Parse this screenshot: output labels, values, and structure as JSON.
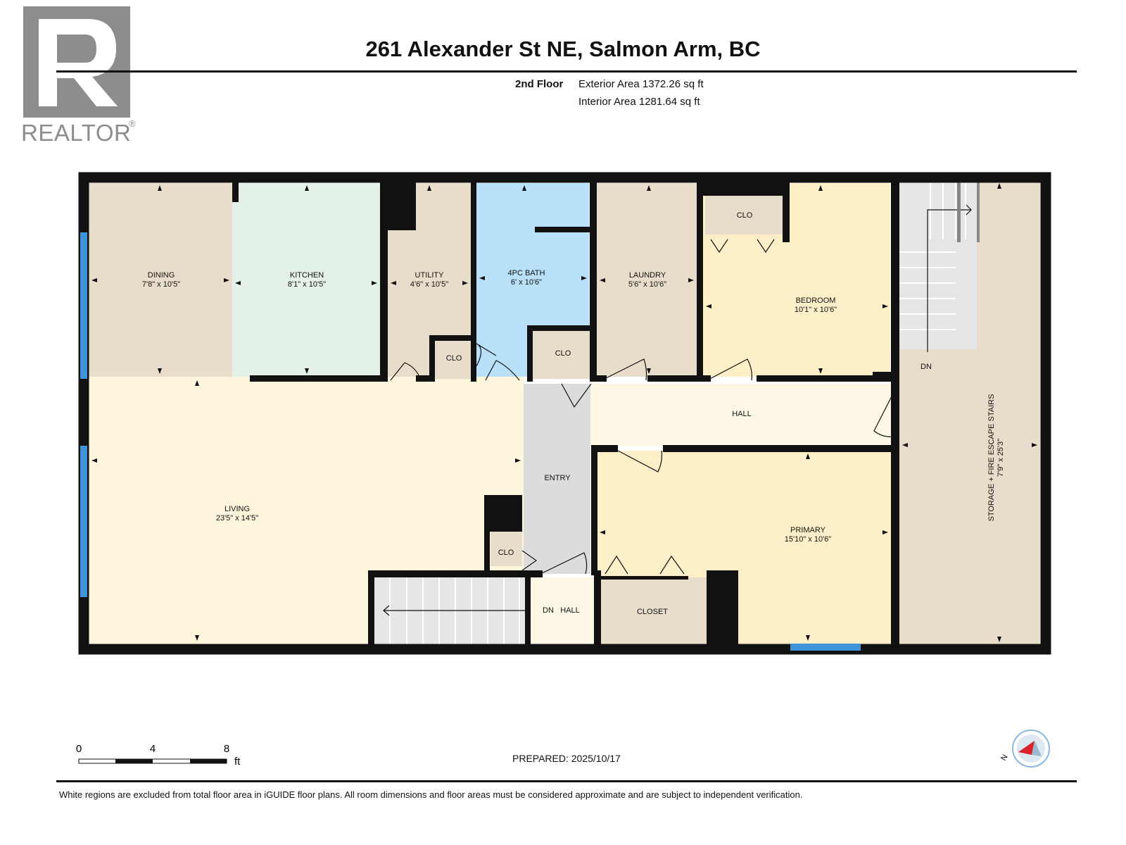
{
  "brand": {
    "name": "REALTOR",
    "reg": "®",
    "logo_letter": "R"
  },
  "header": {
    "title": "261 Alexander St NE, Salmon Arm, BC",
    "floor_label": "2nd Floor",
    "exterior_area": "Exterior Area 1372.26 sq ft",
    "interior_area": "Interior Area 1281.64 sq ft"
  },
  "rooms": {
    "dining": {
      "name": "DINING",
      "dims": "7'8\" x 10'5\""
    },
    "kitchen": {
      "name": "KITCHEN",
      "dims": "8'1\" x 10'5\""
    },
    "utility": {
      "name": "UTILITY",
      "dims": "4'6\" x 10'5\""
    },
    "bath": {
      "name": "4PC BATH",
      "dims": "6' x 10'6\""
    },
    "laundry": {
      "name": "LAUNDRY",
      "dims": "5'6\" x 10'6\""
    },
    "bedroom": {
      "name": "BEDROOM",
      "dims": "10'1\" x 10'6\""
    },
    "living": {
      "name": "LIVING",
      "dims": "23'5\" x 14'5\""
    },
    "primary": {
      "name": "PRIMARY",
      "dims": "15'10\" x 10'6\""
    },
    "storage": {
      "name": "STORAGE + FIRE ESCAPE STAIRS",
      "dims": "7'9\" x 25'3\""
    },
    "hall": "HALL",
    "entry": "ENTRY",
    "closet": "CLOSET",
    "dn_hall_dn": "DN",
    "dn_hall_hall": "HALL",
    "storage_dn": "DN",
    "clo": "CLO"
  },
  "colors": {
    "dining": "#e8dccb",
    "kitchen": "#e3f1e8",
    "utility": "#e8dccb",
    "bath": "#b8e0f8",
    "laundry": "#e8dccb",
    "bedroom": "#fdf0c8",
    "living": "#fdf5dc",
    "primary": "#fdf0c8",
    "storage": "#e8dccb",
    "entry": "#dcdcdc",
    "hall": "#fdf8e6",
    "wall": "#111111",
    "window": "#3f93d8"
  },
  "scale": {
    "labels": [
      "0",
      "4",
      "8"
    ],
    "unit": "ft"
  },
  "footer": {
    "prepared": "PREPARED: 2025/10/17",
    "note": "White regions are excluded from total floor area in iGUIDE floor plans. All room dimensions and floor areas must be considered approximate and are subject to independent verification."
  },
  "compass": {
    "letter": "N",
    "icon": "compass-icon"
  }
}
